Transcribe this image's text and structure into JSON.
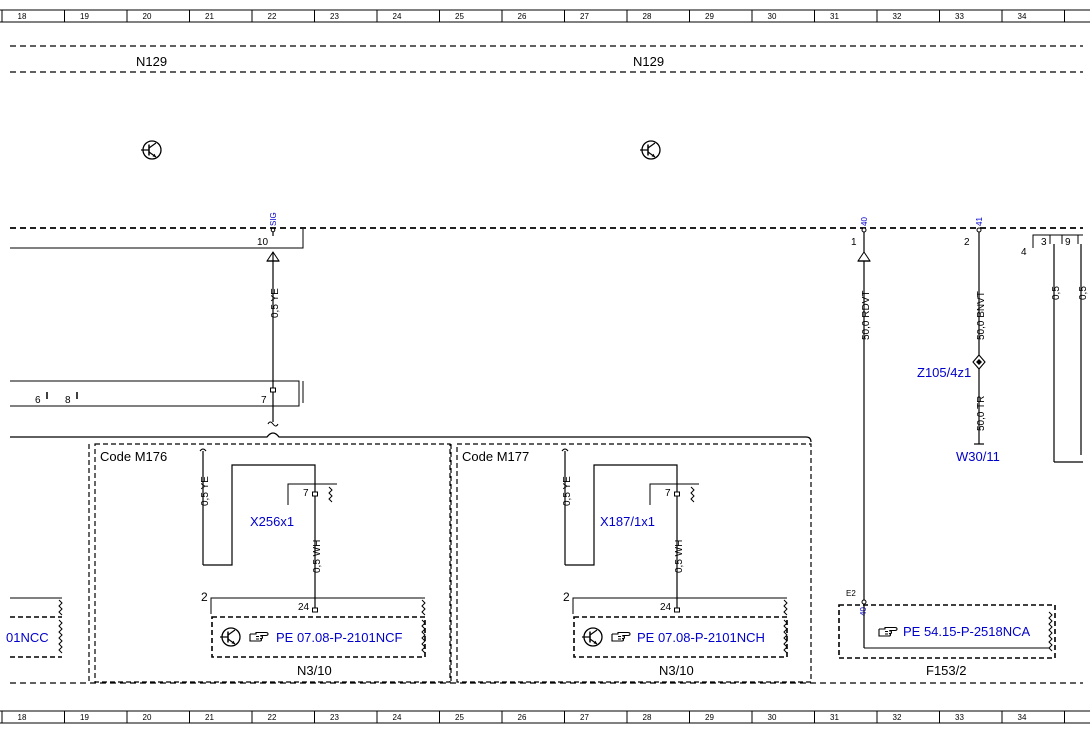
{
  "ruler": {
    "top": [
      "18",
      "19",
      "20",
      "21",
      "22",
      "23",
      "24",
      "25",
      "26",
      "27",
      "28",
      "29",
      "30",
      "31",
      "32",
      "33",
      "34"
    ],
    "bottom": [
      "18",
      "19",
      "20",
      "21",
      "22",
      "23",
      "24",
      "25",
      "26",
      "27",
      "28",
      "29",
      "30",
      "31",
      "32",
      "33",
      "34"
    ]
  },
  "components": {
    "n129_left": "N129",
    "n129_right": "N129",
    "n3_10_left": "N3/10",
    "n3_10_right": "N3/10",
    "f153_2": "F153/2"
  },
  "codes": {
    "m176": "Code M176",
    "m177": "Code M177"
  },
  "connectors": {
    "x256": "X256x1",
    "x187": "X187/1x1",
    "z105": "Z105/4z1",
    "w30": "W30/11"
  },
  "references": {
    "left_partial": "01NCC",
    "m176_ref": "PE 07.08-P-2101NCF",
    "m177_ref": "PE 07.08-P-2101NCH",
    "f153_ref": "PE 54.15-P-2518NCA"
  },
  "wires": {
    "w_ye_main": "0,5 YE",
    "w_rdvt": "50,0 RDVT",
    "w_bnvt": "50,0 BNVT",
    "w_tr": "50,0 TR",
    "w_ye_m176": "0,5 YE",
    "w_wh_m176": "0,5 WH",
    "w_ye_m177": "0,5 YE",
    "w_wh_m177": "0,5 WH",
    "w_edge_1": "0,5",
    "w_edge_2": "0,5"
  },
  "pins": {
    "p10": "10",
    "p1": "1",
    "p2": "2",
    "p4": "4",
    "p3": "3",
    "p9": "9",
    "p6": "6",
    "p8": "8",
    "p7": "7",
    "p7_m176": "7",
    "p7_m177": "7",
    "p2_m176": "2",
    "p24_m176": "24",
    "p2_m177": "2",
    "p24_m177": "24",
    "e2": "E2"
  },
  "tags": {
    "sig": "SIG",
    "t40": "40",
    "t41": "41",
    "t40b": "40"
  },
  "icons": {
    "transistor": "transistor-icon",
    "pointing_hand": "pointing-hand-icon"
  }
}
